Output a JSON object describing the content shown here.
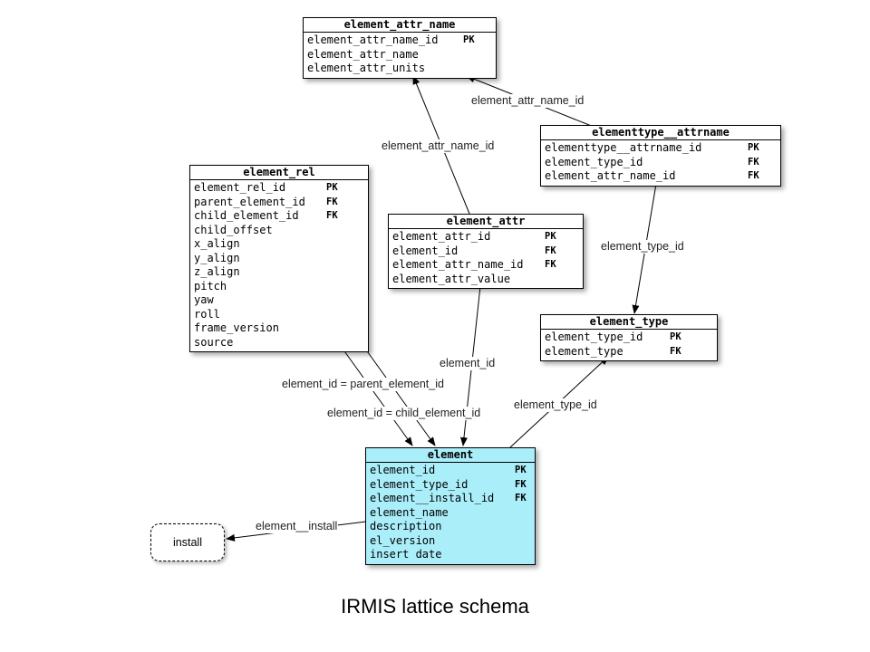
{
  "tables": {
    "element_attr_name": {
      "title": "element_attr_name",
      "rows": [
        {
          "name": "element_attr_name_id",
          "key": "PK"
        },
        {
          "name": "element_attr_name",
          "key": ""
        },
        {
          "name": "element_attr_units",
          "key": ""
        }
      ]
    },
    "elementtype_attrname": {
      "title": "elementtype__attrname",
      "rows": [
        {
          "name": "elementtype__attrname_id",
          "key": "PK"
        },
        {
          "name": "element_type_id",
          "key": "FK"
        },
        {
          "name": "element_attr_name_id",
          "key": "FK"
        }
      ]
    },
    "element_rel": {
      "title": "element_rel",
      "rows": [
        {
          "name": "element_rel_id",
          "key": "PK"
        },
        {
          "name": "parent_element_id",
          "key": "FK"
        },
        {
          "name": "child_element_id",
          "key": "FK"
        },
        {
          "name": "child_offset",
          "key": ""
        },
        {
          "name": "x_align",
          "key": ""
        },
        {
          "name": "y_align",
          "key": ""
        },
        {
          "name": "z_align",
          "key": ""
        },
        {
          "name": "pitch",
          "key": ""
        },
        {
          "name": "yaw",
          "key": ""
        },
        {
          "name": "roll",
          "key": ""
        },
        {
          "name": "frame_version",
          "key": ""
        },
        {
          "name": "source",
          "key": ""
        }
      ]
    },
    "element_attr": {
      "title": "element_attr",
      "rows": [
        {
          "name": "element_attr_id",
          "key": "PK"
        },
        {
          "name": "element_id",
          "key": "FK"
        },
        {
          "name": "element_attr_name_id",
          "key": "FK"
        },
        {
          "name": "element_attr_value",
          "key": ""
        }
      ]
    },
    "element_type": {
      "title": "element_type",
      "rows": [
        {
          "name": "element_type_id",
          "key": "PK"
        },
        {
          "name": "element_type",
          "key": "FK"
        }
      ]
    },
    "element": {
      "title": "element",
      "rows": [
        {
          "name": "element_id",
          "key": "PK"
        },
        {
          "name": "element_type_id",
          "key": "FK"
        },
        {
          "name": "element__install_id",
          "key": "FK"
        },
        {
          "name": "element_name",
          "key": ""
        },
        {
          "name": "description",
          "key": ""
        },
        {
          "name": "el_version",
          "key": ""
        },
        {
          "name": "insert date",
          "key": ""
        }
      ]
    }
  },
  "install_node": "install",
  "edge_labels": {
    "attr_name_top": "element_attr_name_id",
    "attr_name_mid": "element_attr_name_id",
    "type_id_upper": "element_type_id",
    "element_id": "element_id",
    "parent": "element_id = parent_element_id",
    "child": "element_id = child_element_id",
    "type_id_lower": "element_type_id",
    "install": "element__install"
  },
  "caption": "IRMIS lattice schema"
}
